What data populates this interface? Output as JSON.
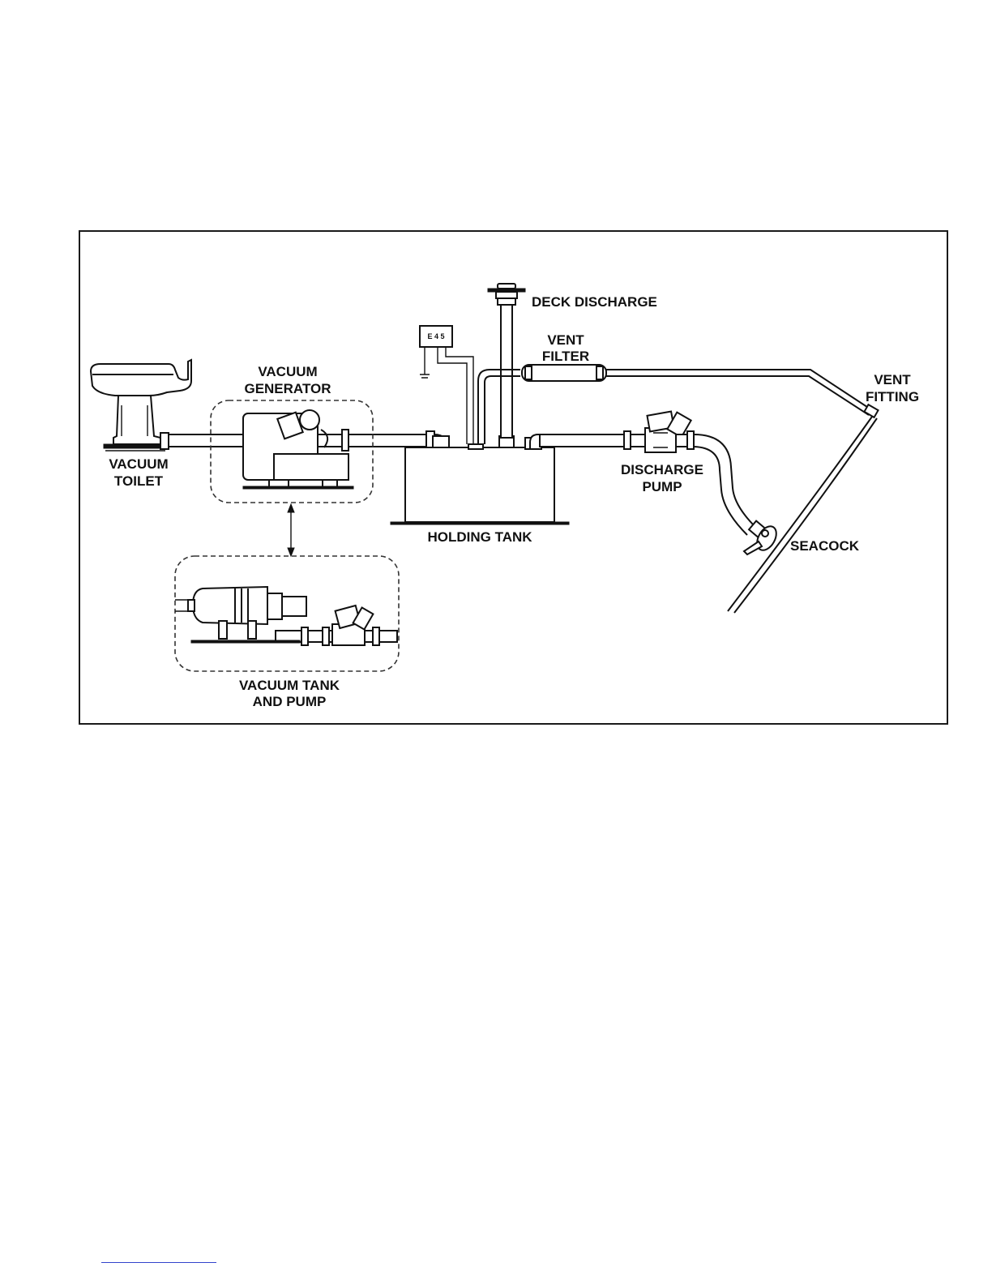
{
  "diagram": {
    "labels": {
      "deck_discharge": "DECK DISCHARGE",
      "vent_filter_1": "VENT",
      "vent_filter_2": "FILTER",
      "vent_fitting_1": "VENT",
      "vent_fitting_2": "FITTING",
      "vacuum_generator_1": "VACUUM",
      "vacuum_generator_2": "GENERATOR",
      "vacuum_toilet_1": "VACUUM",
      "vacuum_toilet_2": "TOILET",
      "discharge_pump_1": "DISCHARGE",
      "discharge_pump_2": "PUMP",
      "holding_tank": "HOLDING TANK",
      "seacock": "SEACOCK",
      "vacuum_tank_pump_1": "VACUUM TANK",
      "vacuum_tank_pump_2": "AND PUMP",
      "tank_gauge": "E 4 5"
    }
  }
}
